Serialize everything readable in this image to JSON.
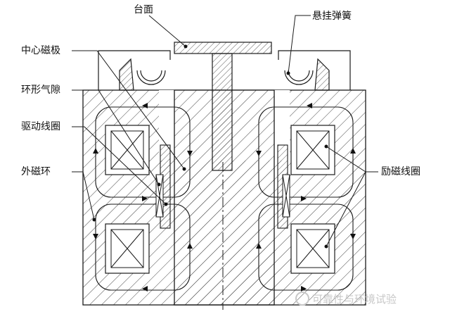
{
  "labels": {
    "table": "台面",
    "spring": "悬挂弹簧",
    "center_pole": "中心磁极",
    "air_gap": "环形气隙",
    "drive_coil": "驱动线圈",
    "outer_ring": "外磁环",
    "excitation_coil": "励磁线圈"
  },
  "watermark": "可靠性与环境试验",
  "colors": {
    "line": "#1a1a1a",
    "hatch": "#444444",
    "watermark": "#c8c8c8"
  }
}
